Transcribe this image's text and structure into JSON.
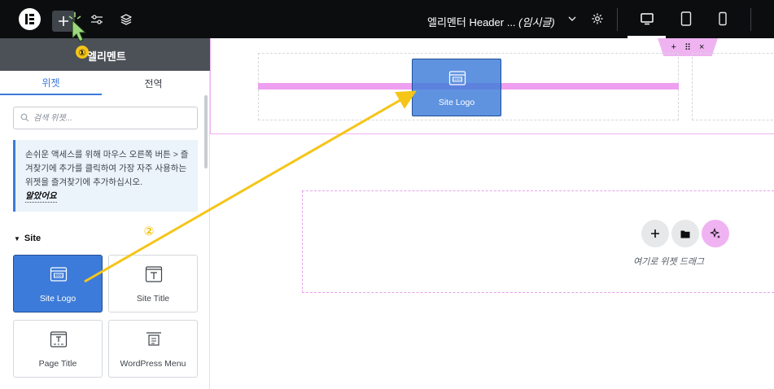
{
  "topbar": {
    "doc_title": "엘리멘터 Header ...",
    "doc_status": "(임시글)",
    "icons": [
      "elementor-logo-icon",
      "add-element-icon",
      "site-settings-icon",
      "structure-icon",
      "chevron-down-icon",
      "gear-icon",
      "desktop-icon",
      "tablet-icon",
      "mobile-icon"
    ]
  },
  "panel": {
    "title": "엘리멘트",
    "tabs": [
      "위젯",
      "전역"
    ],
    "active_tab": "위젯",
    "search_placeholder": "검색 위젯...",
    "notice_text": "손쉬운 액세스를 위해 마우스 오른쪽 버튼 > 즐겨찾기에 추가를 클릭하여 가장 자주 사용하는 위젯을 즐겨찾기에 추가하십시오.",
    "notice_link": "알았어요",
    "category": "Site",
    "widgets": [
      {
        "label": "Site Logo",
        "icon": "site-logo-icon",
        "selected": true
      },
      {
        "label": "Site Title",
        "icon": "site-title-icon",
        "selected": false
      },
      {
        "label": "Page Title",
        "icon": "page-title-icon",
        "selected": false
      },
      {
        "label": "WordPress Menu",
        "icon": "wordpress-menu-icon",
        "selected": false
      }
    ]
  },
  "canvas": {
    "drag_widget_label": "Site Logo",
    "section_handle": [
      "+",
      "⠿",
      "×"
    ],
    "drop_hint": "여기로 위젯 드래그"
  },
  "annotations": {
    "step1": "①",
    "step2": "②",
    "color": "#f5c518"
  }
}
